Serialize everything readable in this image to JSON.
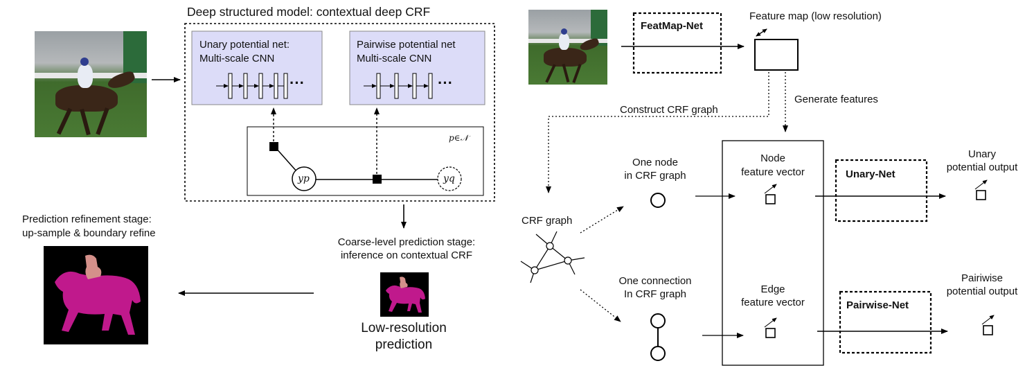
{
  "left_panel": {
    "model_title": "Deep structured model: contextual deep CRF",
    "unary_box_line1": "Unary potential net:",
    "unary_box_line2": "Multi-scale CNN",
    "pairwise_box_line1": "Pairwise potential net",
    "pairwise_box_line2": "Multi-scale CNN",
    "ellipsis": "···",
    "neighborhood_label": "p∈𝒩",
    "node_p_label": "yp",
    "node_q_label": "yq",
    "refine_line1": "Prediction refinement stage:",
    "refine_line2": "up-sample & boundary refine",
    "coarse_line1": "Coarse-level prediction stage:",
    "coarse_line2": "inference on contextual CRF",
    "lowres_line1": "Low-resolution",
    "lowres_line2": "prediction"
  },
  "right_panel": {
    "featmap_net": "FeatMap-Net",
    "feature_map_label": "Feature map  (low resolution)",
    "construct_label": "Construct CRF graph",
    "generate_label": "Generate features",
    "crf_graph_label": "CRF graph",
    "one_node_line1": "One node",
    "one_node_line2": "in CRF graph",
    "one_conn_line1": "One connection",
    "one_conn_line2": "In CRF graph",
    "node_fv_line1": "Node",
    "node_fv_line2": "feature vector",
    "edge_fv_line1": "Edge",
    "edge_fv_line2": "feature vector",
    "unary_net": "Unary-Net",
    "pairwise_net": "Pairwise-Net",
    "unary_out_line1": "Unary",
    "unary_out_line2": "potential output",
    "pairwise_out_line1": "Pairiwise",
    "pairwise_out_line2": "potential output"
  },
  "colors": {
    "box_fill": "#dcdcf8",
    "mask_color": "#c0198c",
    "rider_color": "#d4908a"
  }
}
